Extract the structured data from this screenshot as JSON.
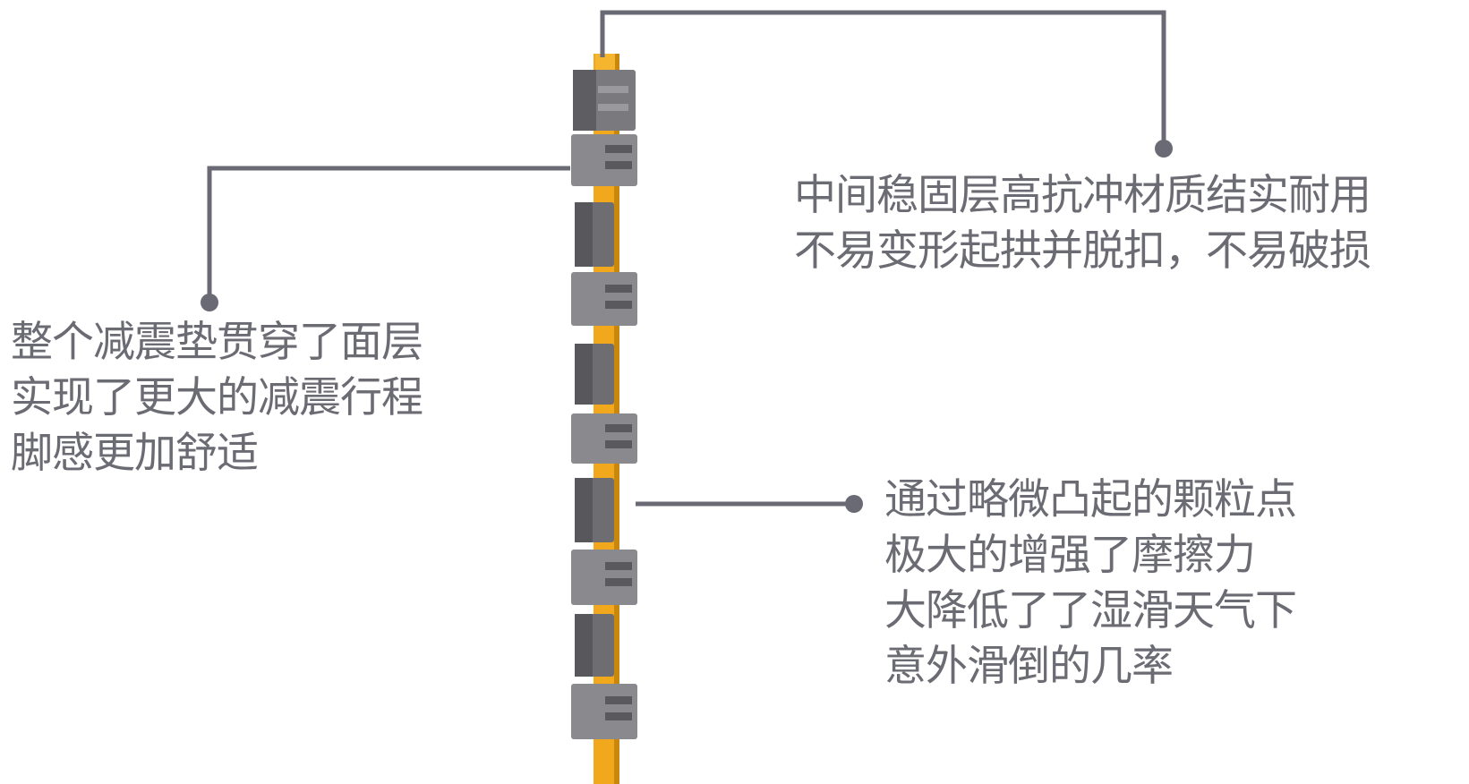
{
  "colors": {
    "leader_line": "#6a6a75",
    "text": "#6b6b73",
    "pad_grey": "#7a7a7e",
    "pad_grey_dark": "#5a5a5e",
    "pad_grey_light": "#9a9a9e",
    "mid_layer_orange": "#f2a81d",
    "mid_layer_orange_dark": "#c9870e"
  },
  "callouts": {
    "left": {
      "lines": [
        "整个减震垫贯穿了面层",
        "实现了更大的减震行程",
        "脚感更加舒适"
      ]
    },
    "top_right": {
      "lines": [
        "中间稳固层高抗冲材质结实耐用",
        "不易变形起拱并脱扣，不易破损"
      ]
    },
    "bottom_right": {
      "lines": [
        "通过略微凸起的颗粒点",
        "极大的增强了摩擦力",
        "大降低了了湿滑天气下",
        "意外滑倒的几率"
      ]
    }
  }
}
